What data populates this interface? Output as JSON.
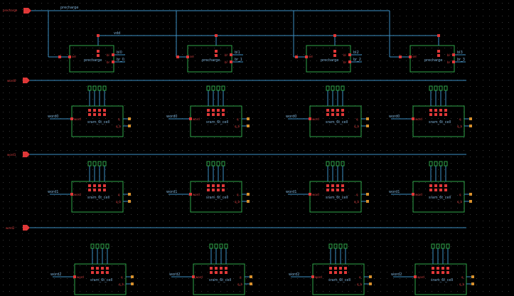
{
  "nets": {
    "precharge": "precharge",
    "vdd": "vdd",
    "word0": "word0",
    "word1": "word1",
    "word2": "word2"
  },
  "precharge_cells": [
    {
      "name": "precharge",
      "pin_in": "sel",
      "pin_out1": "bl",
      "pin_out2": "br",
      "bus": "bl0",
      "bus2": "br_0"
    },
    {
      "name": "precharge",
      "pin_in": "sel",
      "pin_out1": "bl",
      "pin_out2": "br",
      "bus": "bl1",
      "bus2": "br_1"
    },
    {
      "name": "precharge",
      "pin_in": "sel",
      "pin_out1": "bl",
      "pin_out2": "br",
      "bus": "bl2",
      "bus2": "br_2"
    },
    {
      "name": "precharge",
      "pin_in": "sel",
      "pin_out1": "bl",
      "pin_out2": "br",
      "bus": "bl3",
      "bus2": "br_3"
    }
  ],
  "sram_rows": [
    {
      "word": "word0",
      "cell_name": "sram_6t_cell",
      "pin_in": "word",
      "pin_q": "q",
      "pin_qb": "q_b"
    },
    {
      "word": "word1",
      "cell_name": "sram_6t_cell",
      "pin_in": "word",
      "pin_q": "q",
      "pin_qb": "q_b"
    },
    {
      "word": "word2",
      "cell_name": "sram_6t_cell",
      "pin_in": "word",
      "pin_q": "q",
      "pin_qb": "q_b"
    }
  ],
  "colors": {
    "background": "#000000",
    "grid_dot": "#3a3a3a",
    "wire": "#3d8fc4",
    "instance_box": "#2fa64a",
    "pin": "#e03838",
    "output_pin": "#d8902c",
    "label": "#7fb2d8"
  }
}
